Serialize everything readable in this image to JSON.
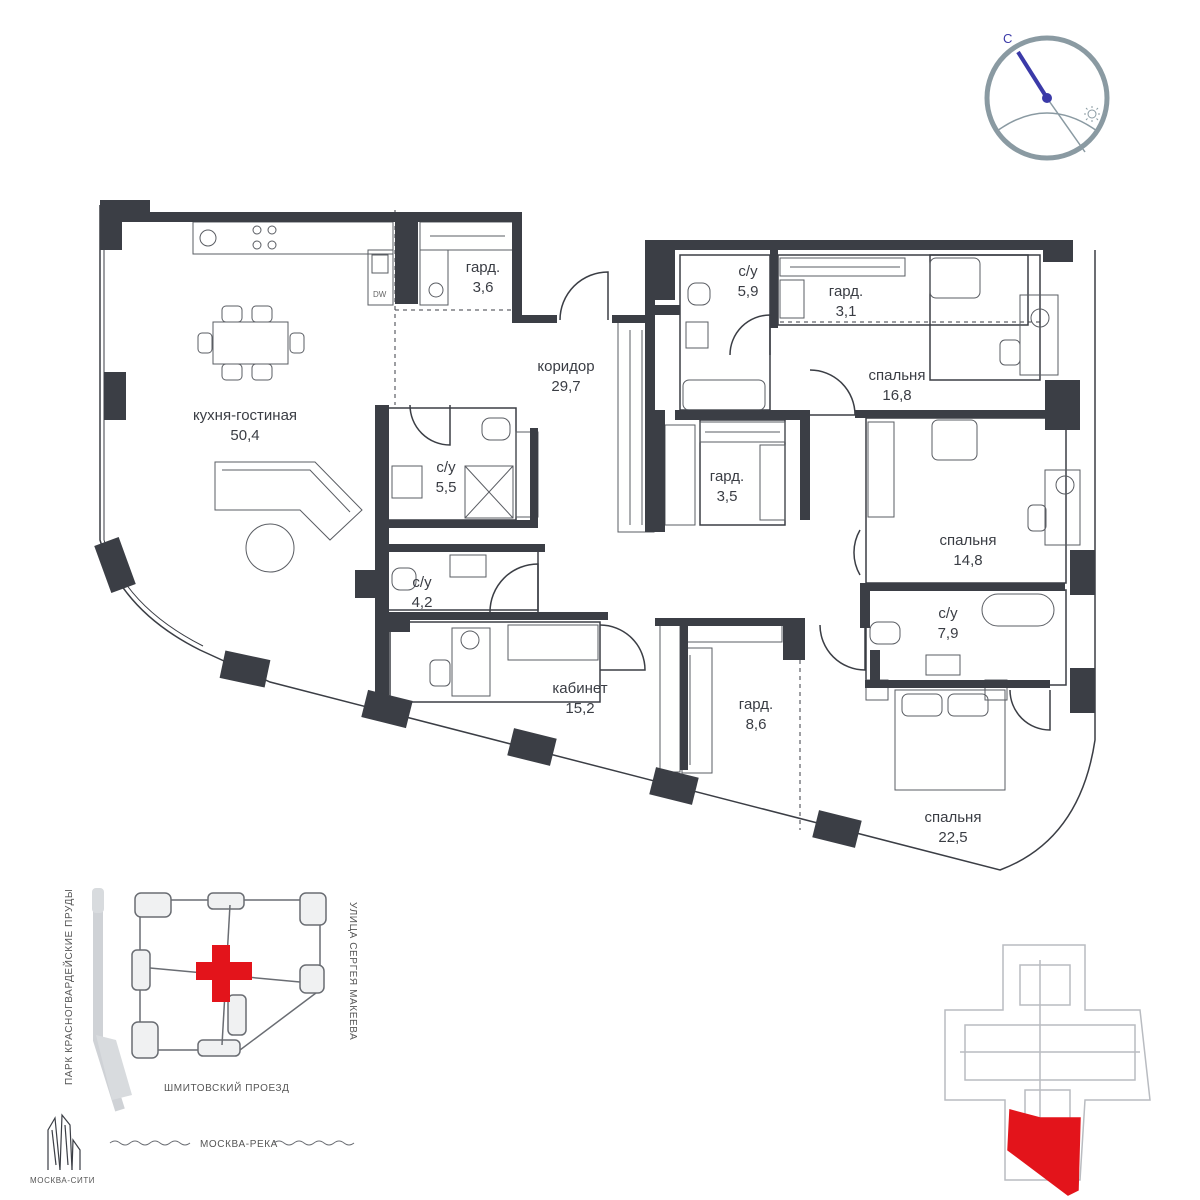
{
  "rooms": [
    {
      "id": "kitchen-living",
      "name": "кухня-гостиная",
      "area": "50,4"
    },
    {
      "id": "wardrobe-1",
      "name": "гард.",
      "area": "3,6"
    },
    {
      "id": "corridor",
      "name": "коридор",
      "area": "29,7"
    },
    {
      "id": "bathroom-1",
      "name": "с/у",
      "area": "5,9"
    },
    {
      "id": "wardrobe-2",
      "name": "гард.",
      "area": "3,1"
    },
    {
      "id": "bedroom-1",
      "name": "спальня",
      "area": "16,8"
    },
    {
      "id": "bathroom-2",
      "name": "с/у",
      "area": "5,5"
    },
    {
      "id": "wardrobe-3",
      "name": "гард.",
      "area": "3,5"
    },
    {
      "id": "bedroom-2",
      "name": "спальня",
      "area": "14,8"
    },
    {
      "id": "bathroom-3",
      "name": "с/у",
      "area": "4,2"
    },
    {
      "id": "bathroom-4",
      "name": "с/у",
      "area": "7,9"
    },
    {
      "id": "study",
      "name": "кабинет",
      "area": "15,2"
    },
    {
      "id": "wardrobe-4",
      "name": "гард.",
      "area": "8,6"
    },
    {
      "id": "bedroom-3",
      "name": "спальня",
      "area": "22,5"
    }
  ],
  "appliance_label": "DW",
  "compass": {
    "north_label": "С",
    "sun_icon": "sun-icon"
  },
  "site_map": {
    "park": "ПАРК КРАСНОГВАРДЕЙСКИЕ ПРУДЫ",
    "street_east": "УЛИЦА СЕРГЕЯ МАКЕЕВА",
    "street_south": "ШМИТОВСКИЙ ПРОЕЗД",
    "river": "МОСКВА-РЕКА",
    "city": "МОСКВА-СИТИ"
  },
  "colors": {
    "wall": "#3b3e45",
    "highlight": "#e3141b",
    "compass_ring": "#8a9aa2",
    "compass_needle": "#3b3aa8"
  }
}
